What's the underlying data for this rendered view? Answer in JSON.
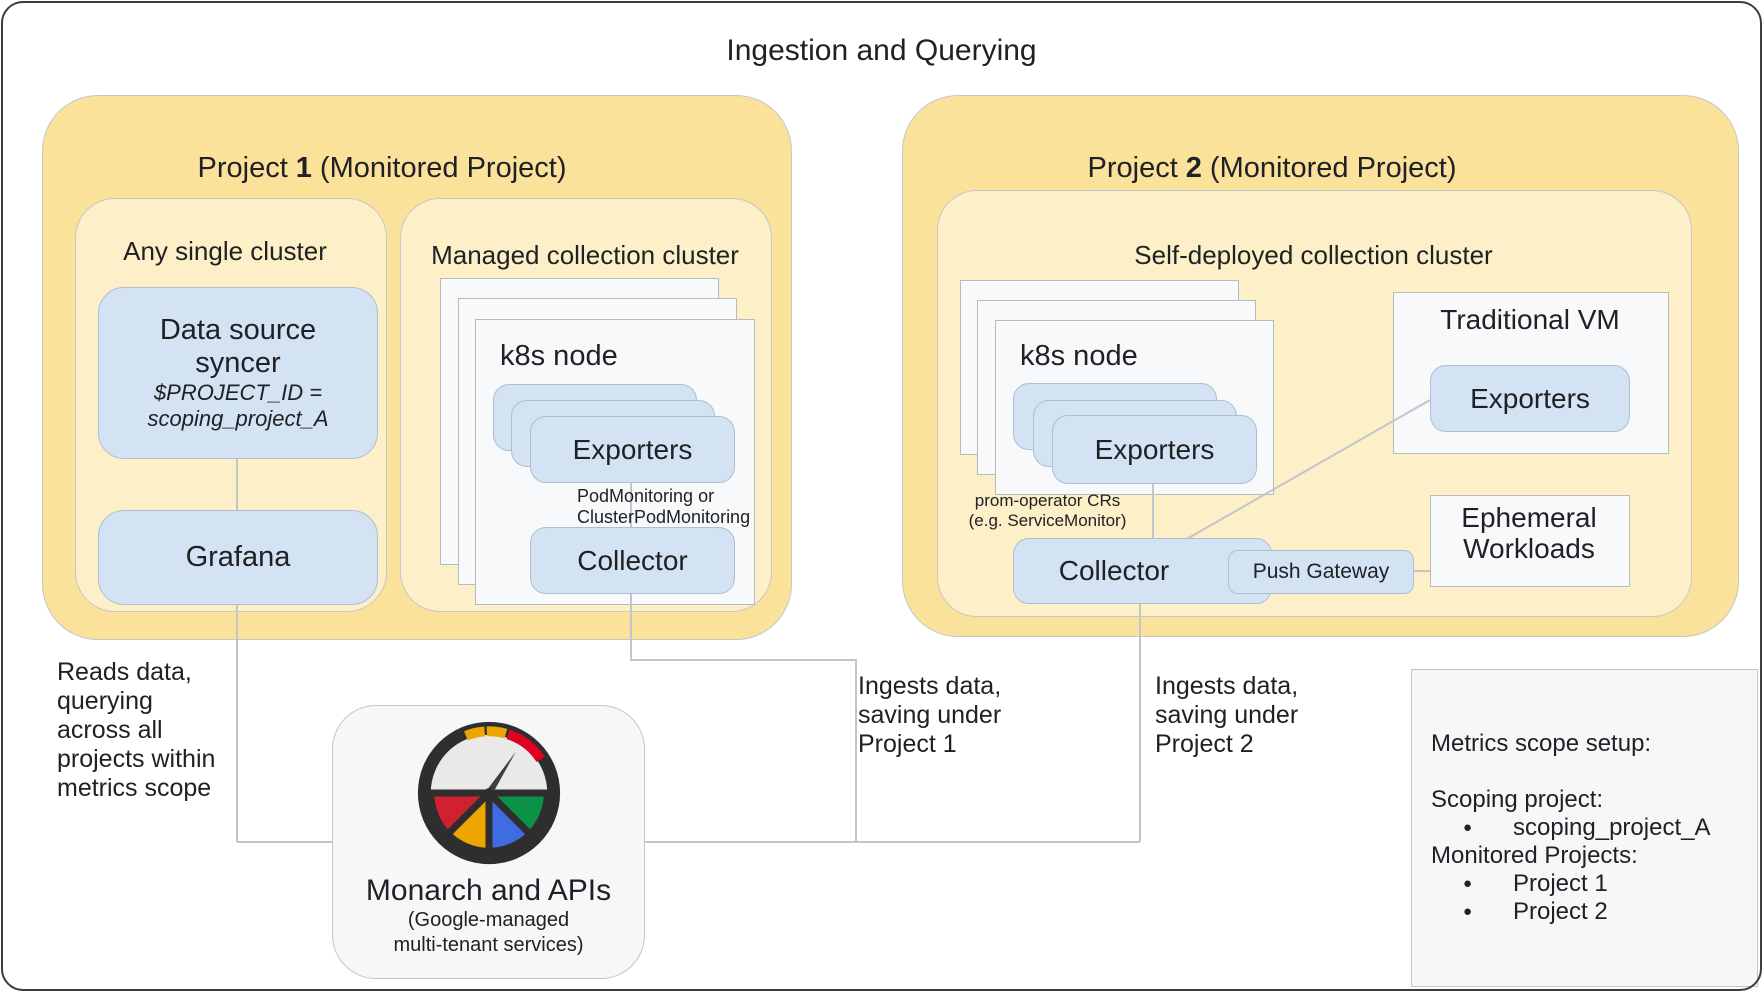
{
  "title": "Ingestion and Querying",
  "colors": {
    "project_fill": "#fae29b",
    "cluster_fill": "#fdf0c8",
    "component_fill": "#d3e3f4",
    "node_fill": "#f7f9fb",
    "panel_fill": "#f5f7f8",
    "connector": "#c2c5c9",
    "gauge_red": "#cf2130",
    "gauge_gold": "#eda600",
    "gauge_blue": "#3f6ce0",
    "gauge_green": "#0c9347",
    "gauge_ring": "#2e2e30"
  },
  "project1": {
    "title_prefix": "Project",
    "title_number": "1",
    "title_suffix": "(Monitored Project)",
    "any_single_cluster": {
      "title": "Any single cluster",
      "data_source_syncer": {
        "label_line1": "Data source",
        "label_line2": "syncer",
        "note_line1": "$PROJECT_ID =",
        "note_line2": "scoping_project_A"
      },
      "grafana_label": "Grafana"
    },
    "managed_cluster": {
      "title": "Managed collection cluster",
      "k8s_node_label": "k8s node",
      "exporters_label": "Exporters",
      "pod_monitoring_line1": "PodMonitoring or",
      "pod_monitoring_line2": "ClusterPodMonitoring",
      "collector_label": "Collector"
    }
  },
  "project2": {
    "title_prefix": "Project",
    "title_number": "2",
    "title_suffix": "(Monitored Project)",
    "self_deployed_cluster": {
      "title": "Self-deployed collection cluster",
      "k8s_node_label": "k8s node",
      "exporters_label": "Exporters",
      "prom_operator_line1": "prom-operator CRs",
      "prom_operator_line2": "(e.g. ServiceMonitor)",
      "collector_label": "Collector",
      "push_gateway_label": "Push Gateway",
      "traditional_vm": {
        "title": "Traditional VM",
        "exporters_label": "Exporters"
      },
      "ephemeral_line1": "Ephemeral",
      "ephemeral_line2": "Workloads"
    }
  },
  "monarch": {
    "label": "Monarch and APIs",
    "sub_line1": "(Google-managed",
    "sub_line2": "multi-tenant services)"
  },
  "annotations": {
    "reads": [
      "Reads data,",
      "querying",
      "across all",
      "projects within",
      "metrics scope"
    ],
    "ingest_p1": [
      "Ingests data,",
      "saving under",
      "Project 1"
    ],
    "ingest_p2": [
      "Ingests data,",
      "saving under",
      "Project 2"
    ]
  },
  "metrics_scope": {
    "heading": "Metrics scope setup:",
    "scoping_label": "Scoping project:",
    "scoping_value": "scoping_project_A",
    "monitored_label": "Monitored Projects:",
    "monitored_value1": "Project 1",
    "monitored_value2": "Project 2"
  }
}
